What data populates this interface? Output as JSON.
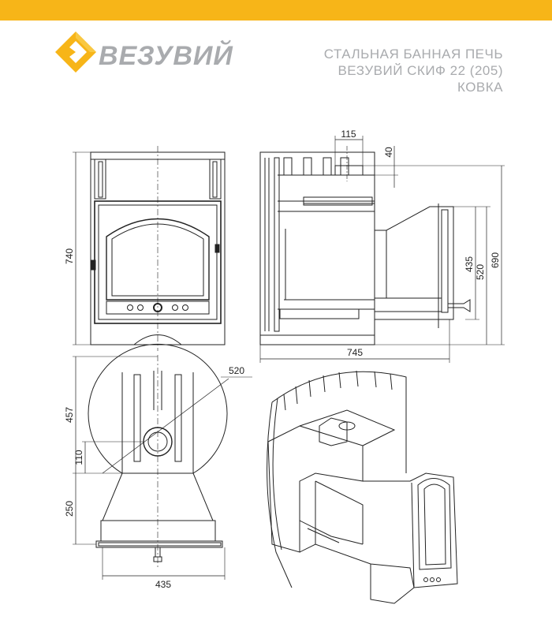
{
  "header": {
    "brand": "ВЕЗУВИЙ",
    "title_lines": [
      "СТАЛЬНАЯ БАННАЯ ПЕЧЬ",
      "ВЕЗУВИЙ СКИФ 22 (205)",
      "КОВКА"
    ],
    "accent_color": "#f7b518",
    "logo_icon": "vesuvius-diamond-logo"
  },
  "dimensions": {
    "front_height": "740",
    "side_top_width": "115",
    "side_top_height": "40",
    "side_door_height": "435",
    "side_firebox_height": "520",
    "side_total_height": "690",
    "side_total_length": "745",
    "top_radius": "520",
    "top_depth": "457",
    "top_offset": "110",
    "top_tunnel_length": "250",
    "top_width": "435"
  }
}
